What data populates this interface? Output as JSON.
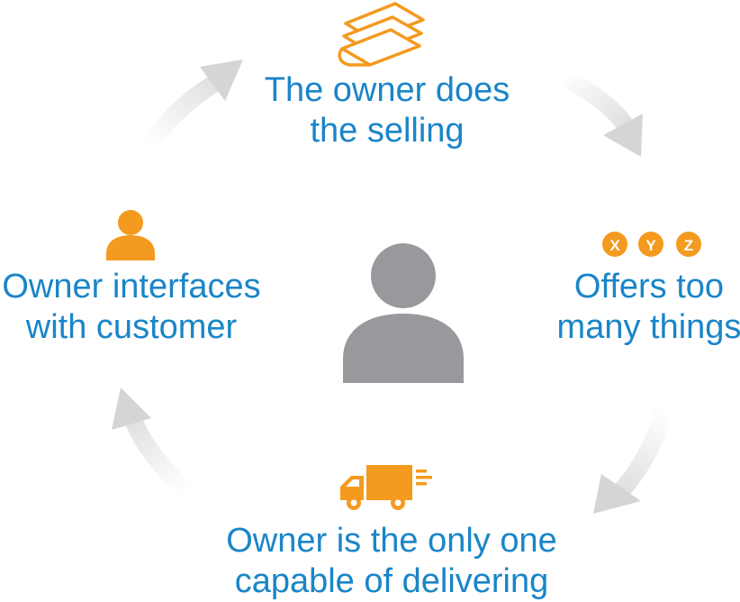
{
  "colors": {
    "accent": "#F49A1E",
    "text": "#1A85C8",
    "center_figure": "#97999C",
    "arrow": "#D4D5D7"
  },
  "center": {
    "icon": "person-icon"
  },
  "steps": {
    "top": {
      "line1": "The owner does",
      "line2": "the selling",
      "icon": "money-icon"
    },
    "right": {
      "line1": "Offers too",
      "line2": "many things",
      "icon": "xyz-badges-icon",
      "badges": [
        "X",
        "Y",
        "Z"
      ]
    },
    "bottom": {
      "line1": "Owner is the only one",
      "line2": "capable of delivering",
      "icon": "truck-icon"
    },
    "left": {
      "line1": "Owner interfaces",
      "line2": "with customer",
      "icon": "person-icon"
    }
  }
}
